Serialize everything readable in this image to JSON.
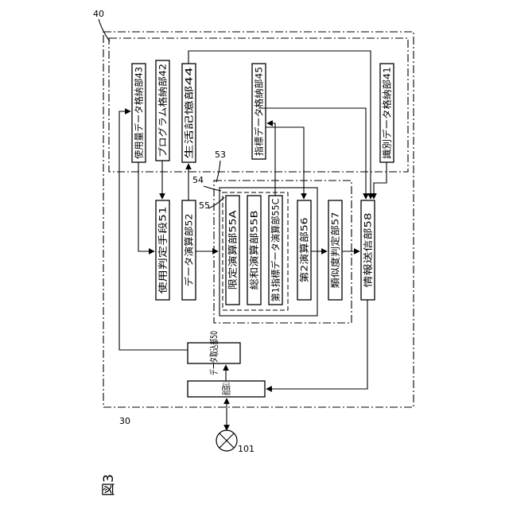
{
  "figure_label": "図3",
  "refs": {
    "outer": "30",
    "storage": "40",
    "compute": "53",
    "inner": "54",
    "inner2": "55",
    "device": "101"
  },
  "blocks": {
    "usage_store": "使用量データ格納部43",
    "program_store": "プログラム格納部42",
    "life_memory": "生活記憶部44",
    "index_store": "指標データ格納部45",
    "id_store": "識別データ格納部41",
    "usage_judge": "使用判定手段51",
    "data_calc": "データ演算部52",
    "limit_calc": "限定演算部55A",
    "sum_calc": "総和演算部55B",
    "index1_calc": "第1指標データ演算部55C",
    "calc2": "第2演算部56",
    "similarity": "類似度判定部57",
    "info_send": "情報送信部58",
    "data_take": "データ取込部50",
    "comm": "通信回路31"
  }
}
